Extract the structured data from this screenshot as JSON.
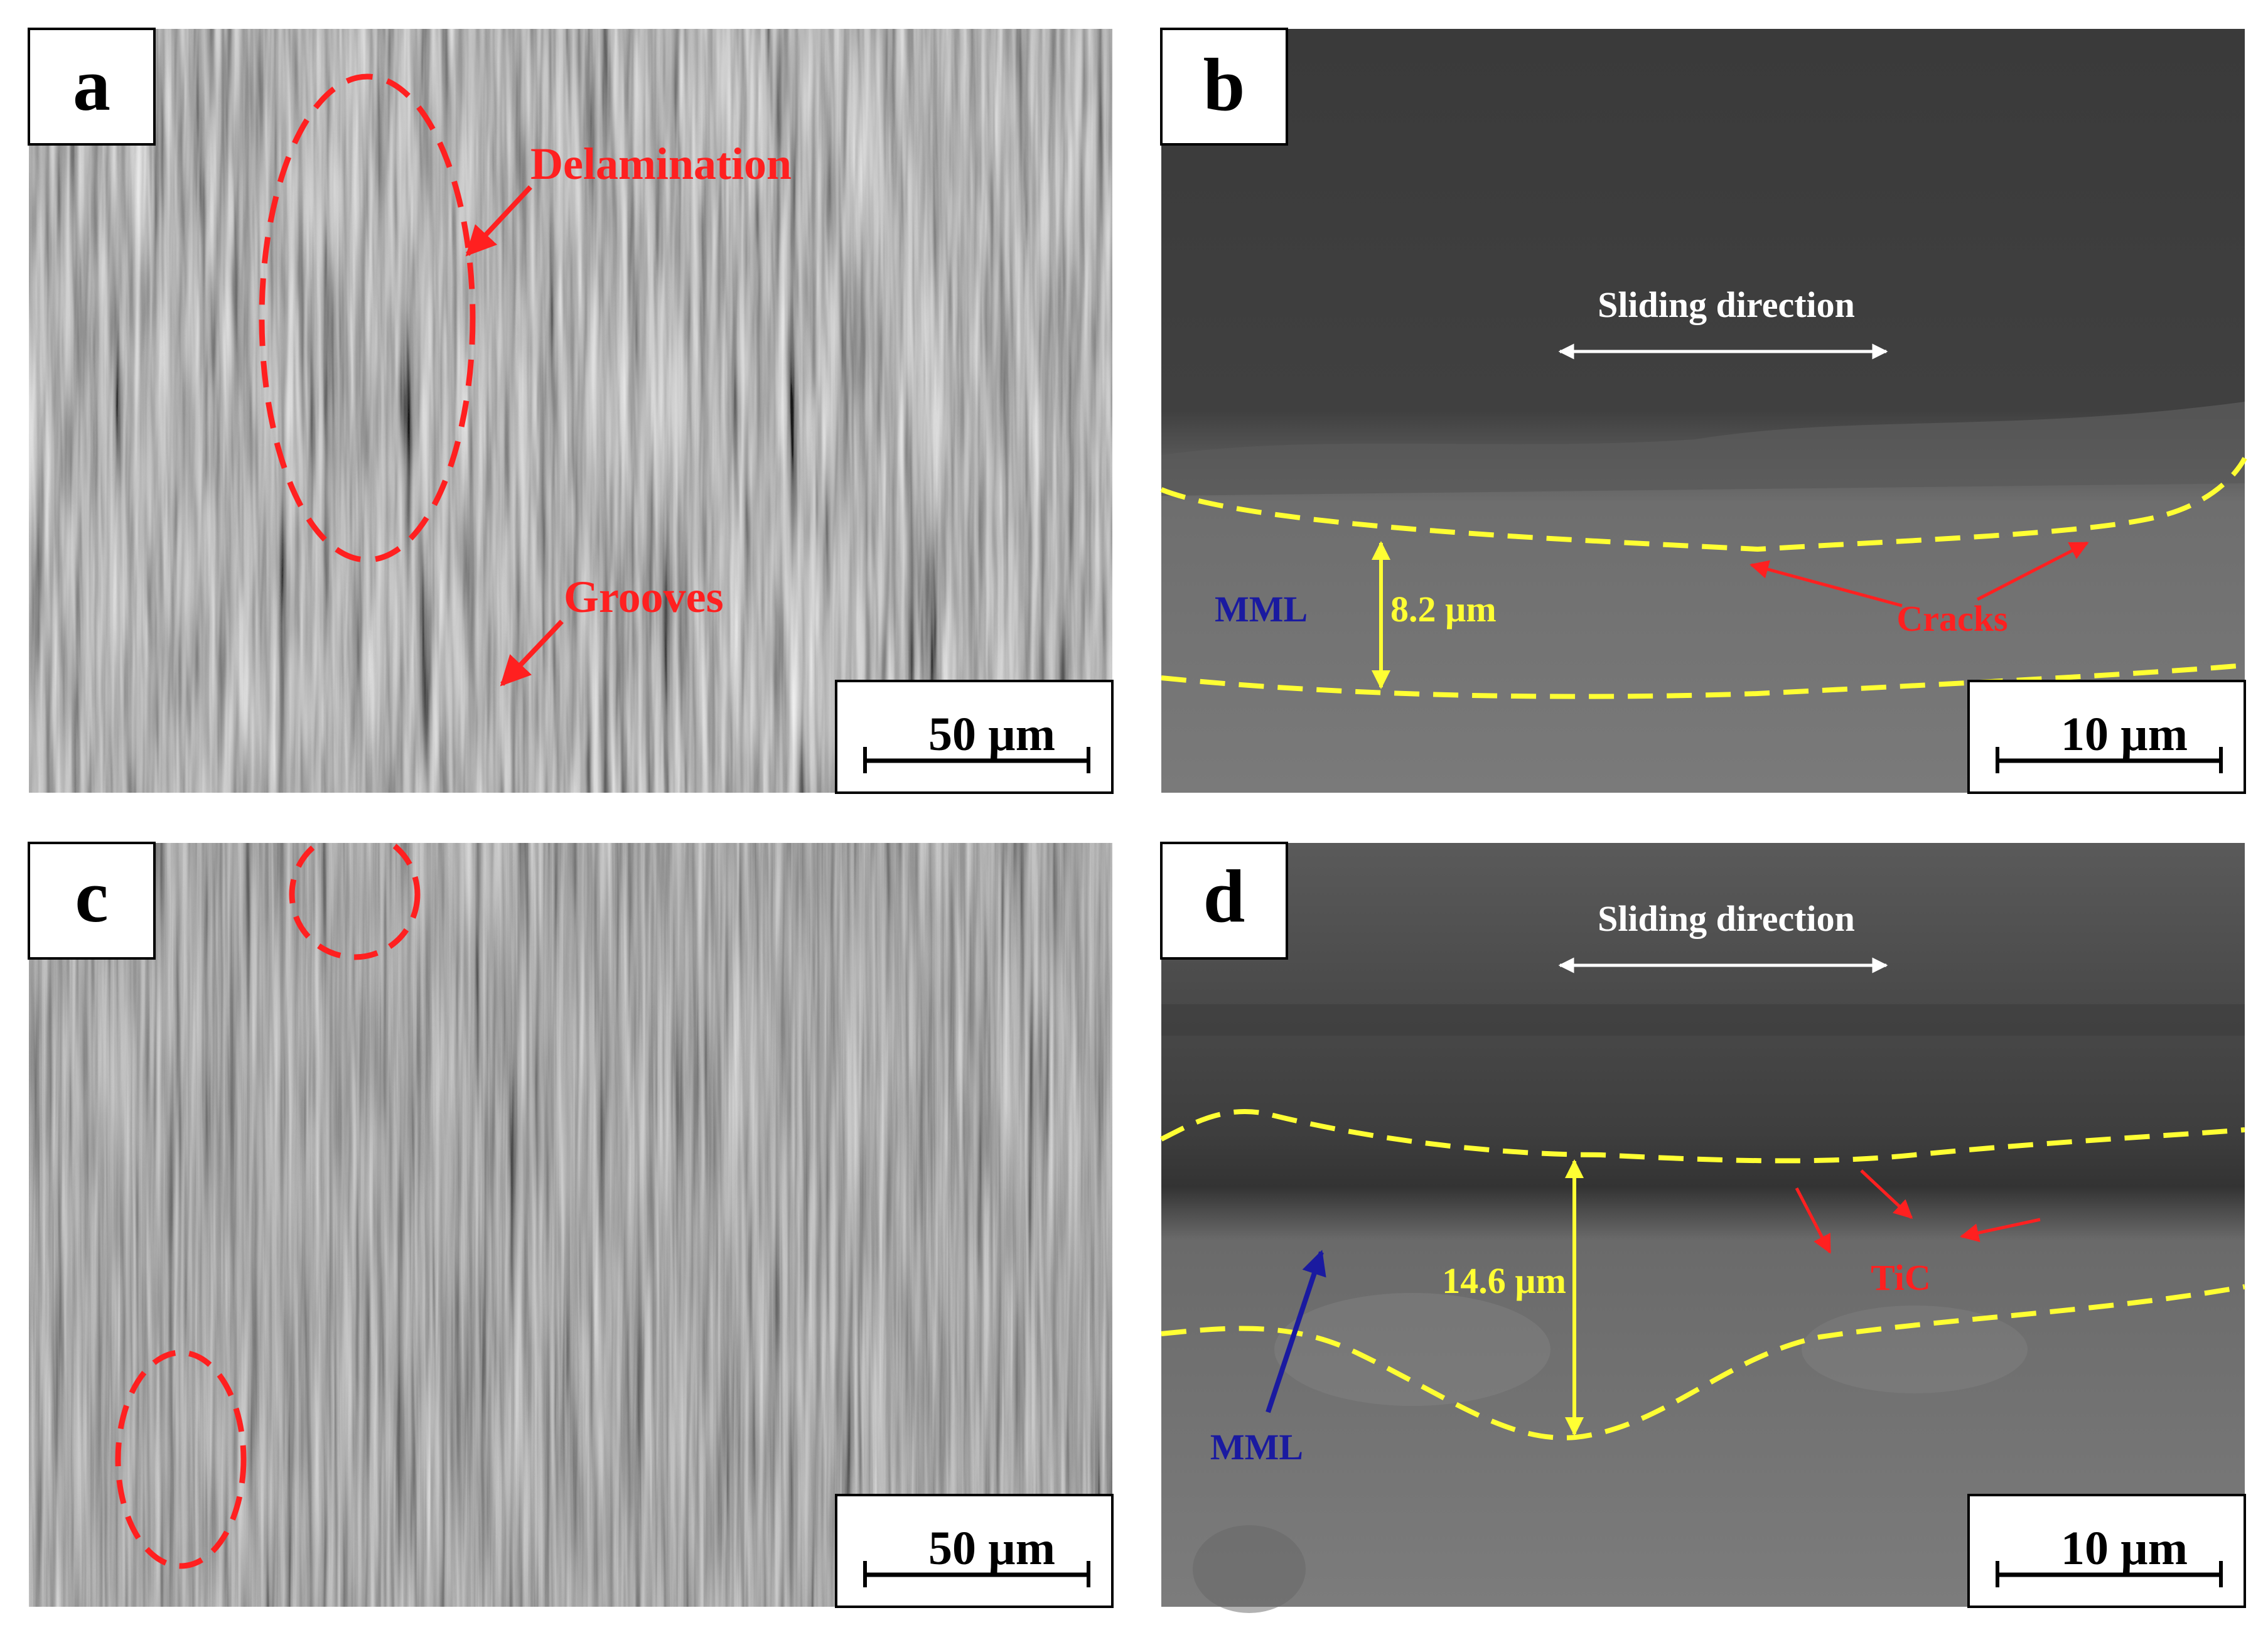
{
  "panels": [
    {
      "id": "a",
      "letter": "a",
      "scale_bar": "50 µm",
      "annotations": {
        "delamination": "Delamination",
        "grooves": "Grooves"
      }
    },
    {
      "id": "b",
      "letter": "b",
      "scale_bar": "10 µm",
      "annotations": {
        "sliding": "Sliding direction",
        "mml": "MML",
        "thickness": "8.2 µm",
        "cracks": "Cracks"
      }
    },
    {
      "id": "c",
      "letter": "c",
      "scale_bar": "50 µm"
    },
    {
      "id": "d",
      "letter": "d",
      "scale_bar": "10 µm",
      "annotations": {
        "sliding": "Sliding direction",
        "mml": "MML",
        "thickness": "14.6 µm",
        "tic": "TiC"
      }
    }
  ],
  "colors": {
    "red": "#ff2020",
    "yellow": "#ffff33",
    "blue": "#1a1aa0",
    "white": "#ffffff"
  }
}
